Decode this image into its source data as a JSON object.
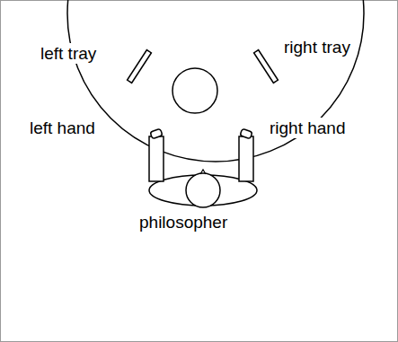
{
  "diagram": {
    "labels": [
      "left tray",
      "right tray",
      "left hand",
      "right hand",
      "philosopher"
    ]
  }
}
